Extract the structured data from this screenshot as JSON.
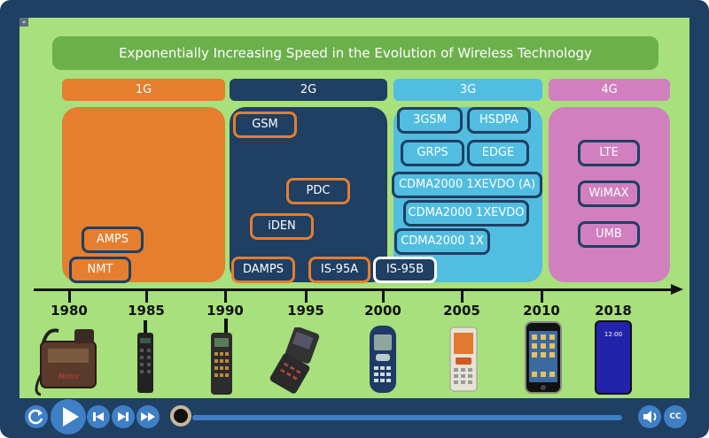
{
  "title": "Exponentially Increasing Speed in the Evolution of Wireless Technology",
  "skip_glyph": "»",
  "generations": [
    {
      "label": "1G",
      "color": "#e57e2f"
    },
    {
      "label": "2G",
      "color": "#1f3f63"
    },
    {
      "label": "3G",
      "color": "#51bde1"
    },
    {
      "label": "4G",
      "color": "#d17fbf"
    }
  ],
  "tech": {
    "amps": "AMPS",
    "nmt": "NMT",
    "gsm": "GSM",
    "pdc": "PDC",
    "iden": "iDEN",
    "damps": "DAMPS",
    "is95a": "IS-95A",
    "is95b": "IS-95B",
    "g3gsm": "3GSM",
    "hsdpa": "HSDPA",
    "grps": "GRPS",
    "edge": "EDGE",
    "cdma_evdo_a": "CDMA2000 1XEVDO (A)",
    "cdma_evdo": "CDMA2000 1XEVDO",
    "cdma_1x": "CDMA2000 1X",
    "lte": "LTE",
    "wimax": "WiMAX",
    "umb": "UMB"
  },
  "years": [
    "1980",
    "1985",
    "1990",
    "1995",
    "2000",
    "2005",
    "2010",
    "2018"
  ],
  "phones": [
    {
      "icon": "bag-phone-icon"
    },
    {
      "icon": "brick-phone-icon"
    },
    {
      "icon": "keypad-phone-icon"
    },
    {
      "icon": "flip-phone-icon"
    },
    {
      "icon": "nokia-phone-icon"
    },
    {
      "icon": "walkman-phone-icon"
    },
    {
      "icon": "iphone-icon"
    },
    {
      "icon": "smartphone-icon"
    }
  ],
  "smartphone_time": "12:00",
  "controls": {
    "replay": "replay-icon",
    "play": "play-icon",
    "prev": "previous-icon",
    "next": "next-icon",
    "forward": "fast-forward-icon",
    "volume": "volume-icon",
    "cc_label": "CC"
  }
}
